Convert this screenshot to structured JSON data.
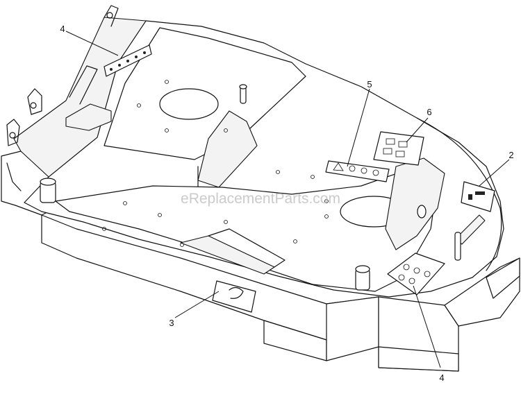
{
  "watermark": "eReplacementParts.com",
  "callouts": [
    {
      "id": "c4a",
      "label": "4"
    },
    {
      "id": "c5",
      "label": "5"
    },
    {
      "id": "c6",
      "label": "6"
    },
    {
      "id": "c2",
      "label": "2"
    },
    {
      "id": "c3",
      "label": "3"
    },
    {
      "id": "c4b",
      "label": "4"
    }
  ]
}
